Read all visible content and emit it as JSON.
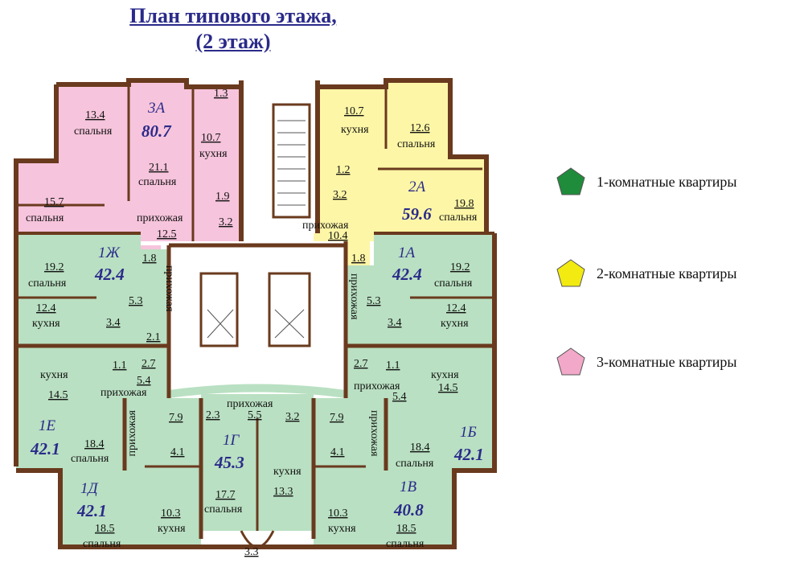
{
  "title": {
    "line1": "План типового этажа,",
    "line2": "(2 этаж)"
  },
  "colors": {
    "green": "#b9e0c2",
    "yellow": "#fdf6a6",
    "pink": "#f6c4dc",
    "wall": "#6a3a1e",
    "legend_green": "#1e8c3a",
    "legend_yellow": "#f2ea10",
    "legend_pink": "#f2a8c8"
  },
  "legend": [
    {
      "label": "1-комнатные квартиры",
      "color": "green",
      "icon": "pentagon-icon"
    },
    {
      "label": "2-комнатные квартиры",
      "color": "yellow",
      "icon": "pentagon-icon"
    },
    {
      "label": "3-комнатные квартиры",
      "color": "pink",
      "icon": "pentagon-icon"
    }
  ],
  "apartments": {
    "a3A": {
      "name": "3А",
      "area": "80.7"
    },
    "a2A": {
      "name": "2А",
      "area": "59.6"
    },
    "a1Zh": {
      "name": "1Ж",
      "area": "42.4"
    },
    "a1A": {
      "name": "1А",
      "area": "42.4"
    },
    "a1E": {
      "name": "1Е",
      "area": "42.1"
    },
    "a1B": {
      "name": "1Б",
      "area": "42.1"
    },
    "a1G": {
      "name": "1Г",
      "area": "45.3"
    },
    "a1D": {
      "name": "1Д",
      "area": "42.1"
    },
    "a1V": {
      "name": "1В",
      "area": "40.8"
    }
  },
  "words": {
    "bedroom": "спальня",
    "kitchen": "кухня",
    "hall": "прихожая"
  },
  "areas": {
    "a3A_bed1": "13.4",
    "a3A_bed2": "21.1",
    "a3A_bed3": "15.7",
    "a3A_kitchen": "10.7",
    "a3A_bath": "1.3",
    "a3A_wc": "1.9",
    "a3A_bath2": "3.2",
    "a3A_hall": "12.5",
    "a3A_small": "1.8",
    "a2A_kitchen": "10.7",
    "a2A_bed1": "12.6",
    "a2A_bed2": "19.8",
    "a2A_wc": "1.2",
    "a2A_bath": "3.2",
    "a2A_hall": "10.4",
    "a2A_small": "1.8",
    "a1Zh_bed": "19.2",
    "a1Zh_kitchen": "12.4",
    "a1Zh_hall": "5.3",
    "a1Zh_bath": "3.4",
    "a1Zh_small": "2.1",
    "a1A_bed": "19.2",
    "a1A_kitchen": "12.4",
    "a1A_hall": "5.3",
    "a1A_bath": "3.4",
    "a1E_kitchen": "14.5",
    "a1E_bed": "18.4",
    "a1E_wc": "1.1",
    "a1E_bath": "2.7",
    "a1E_hall": "5.4",
    "a1B_kitchen": "14.5",
    "a1B_bed": "18.4",
    "a1B_wc": "1.1",
    "a1B_bath": "2.7",
    "a1B_hall": "5.4",
    "a1G_small": "2.3",
    "a1G_hall": "5.5",
    "a1G_bath": "3.2",
    "a1G_bed": "17.7",
    "a1G_kitchen": "13.3",
    "a1G_balcony": "3.3",
    "a1D_hall": "7.9",
    "a1D_bath": "4.1",
    "a1D_kitchen": "10.3",
    "a1D_bed": "18.5",
    "a1V_hall": "7.9",
    "a1V_bath": "4.1",
    "a1V_kitchen": "10.3",
    "a1V_bed": "18.5"
  }
}
